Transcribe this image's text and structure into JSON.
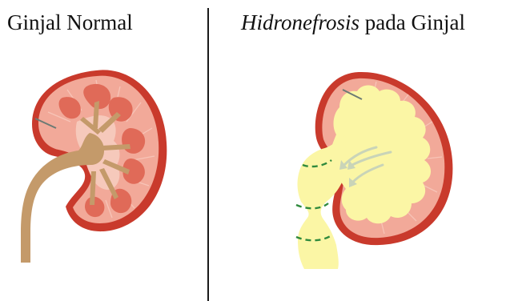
{
  "left_panel": {
    "title": "Ginjal Normal"
  },
  "right_panel": {
    "title_italic": "Hidronefrosis",
    "title_rest": " pada Ginjal"
  },
  "colors": {
    "capsule": "#c93a2c",
    "cortex": "#f2a999",
    "medulla": "#e06a58",
    "pelvis": "#f6c9bb",
    "ureter": "#c49a6a",
    "urine_swollen": "#fbf6a5",
    "dashed_constriction": "#2f8a3d"
  }
}
